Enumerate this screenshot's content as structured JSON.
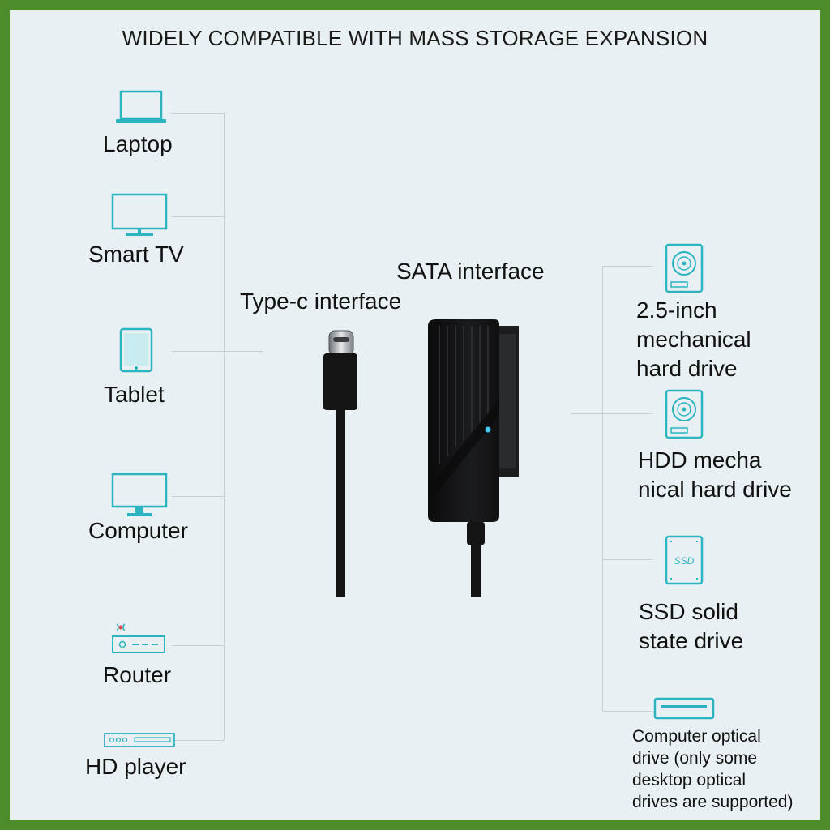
{
  "title": "WIDELY COMPATIBLE WITH MASS STORAGE EXPANSION",
  "left_devices": {
    "laptop": "Laptop",
    "smart_tv": "Smart TV",
    "tablet": "Tablet",
    "computer": "Computer",
    "router": "Router",
    "hd_player": "HD player"
  },
  "adapter": {
    "type_c_label": "Type-c interface",
    "sata_label": "SATA interface"
  },
  "right_devices": {
    "hdd_25": [
      "2.5-inch",
      "mechanical",
      "hard drive"
    ],
    "hdd_mech": [
      "HDD mecha",
      "nical hard drive"
    ],
    "ssd": [
      "SSD solid",
      "state drive"
    ],
    "ssd_icon_text": "SSD",
    "optical": [
      "Computer optical",
      "drive (only some",
      "desktop optical",
      "drives are supported)"
    ]
  },
  "colors": {
    "accent": "#2bb3bf",
    "frame": "#4c8c2b",
    "background": "#e9f0f3"
  },
  "icons": [
    "laptop-icon",
    "smart-tv-icon",
    "tablet-icon",
    "computer-icon",
    "router-icon",
    "hd-player-icon",
    "hard-drive-icon",
    "ssd-icon",
    "optical-drive-icon"
  ]
}
